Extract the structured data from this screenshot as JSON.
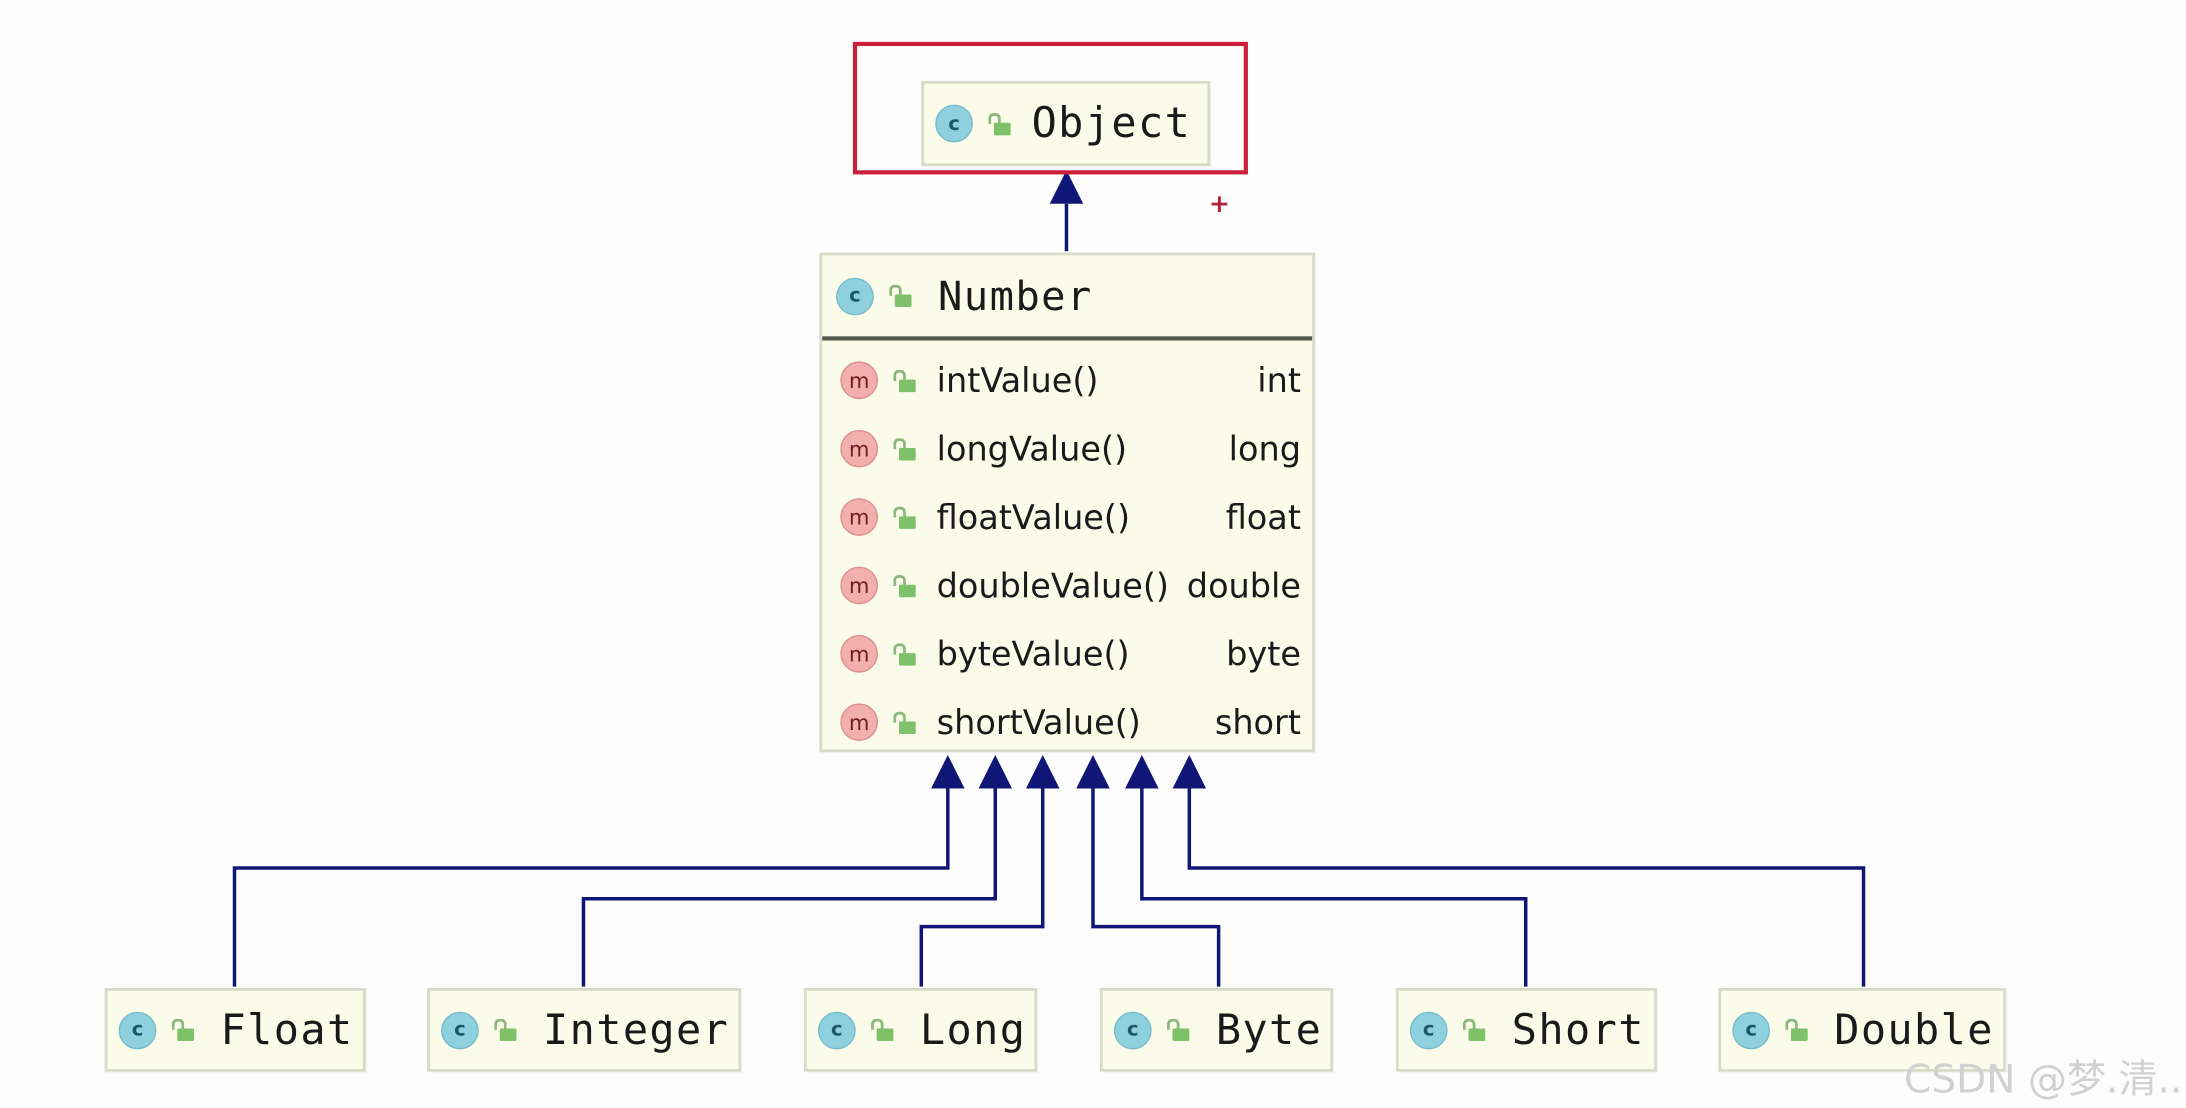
{
  "root": {
    "name": "Object",
    "kind": "class"
  },
  "parent": {
    "name": "Number",
    "kind": "class",
    "methods": [
      {
        "name": "intValue()",
        "type": "int"
      },
      {
        "name": "longValue()",
        "type": "long"
      },
      {
        "name": "floatValue()",
        "type": "float"
      },
      {
        "name": "doubleValue()",
        "type": "double"
      },
      {
        "name": "byteValue()",
        "type": "byte"
      },
      {
        "name": "shortValue()",
        "type": "short"
      }
    ]
  },
  "children": [
    {
      "name": "Float"
    },
    {
      "name": "Integer"
    },
    {
      "name": "Long"
    },
    {
      "name": "Byte"
    },
    {
      "name": "Short"
    },
    {
      "name": "Double"
    }
  ],
  "icons": {
    "class": "c",
    "method": "m"
  },
  "annotation": {
    "plus": "+"
  },
  "watermark": "CSDN @梦.清..",
  "colors": {
    "edge": "#0f1675",
    "highlight": "#c8203a",
    "node_fill": "#fbfbe9",
    "class_icon": "#8fd0df",
    "method_icon": "#f3aeae"
  }
}
